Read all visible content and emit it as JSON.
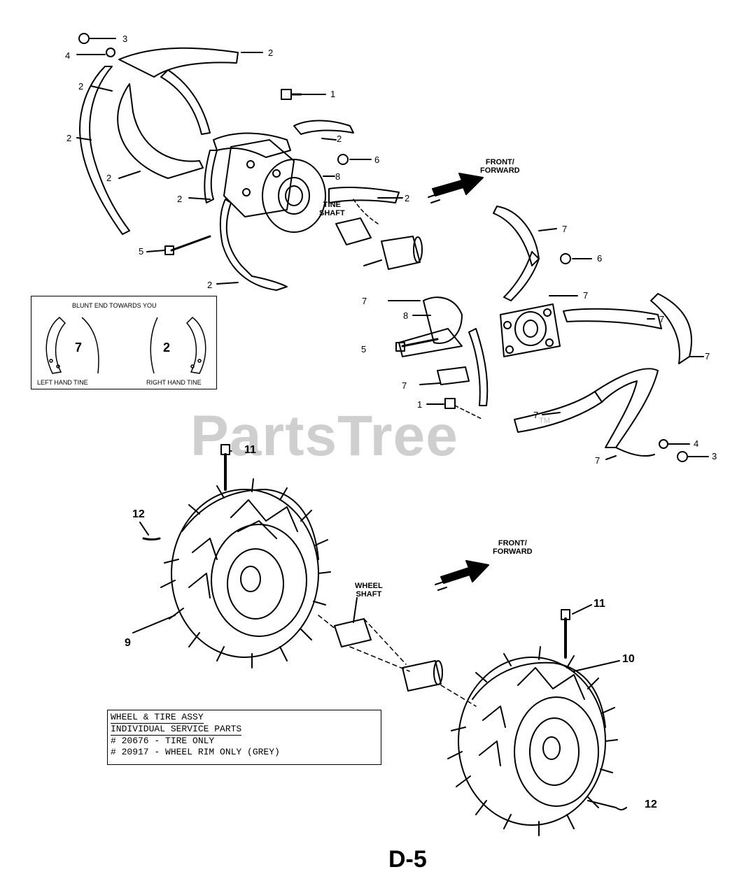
{
  "watermark": {
    "text": "PartsTree",
    "tm": "TM"
  },
  "page_code": "D-5",
  "direction": {
    "top": "FRONT/\nFORWARD",
    "bottom": "FRONT/\nFORWARD"
  },
  "shafts": {
    "tine": "TINE\nSHAFT",
    "wheel": "WHEEL\nSHAFT"
  },
  "callouts": {
    "c1a": "1",
    "c1b": "1",
    "c2a": "2",
    "c2b": "2",
    "c2c": "2",
    "c2d": "2",
    "c2e": "2",
    "c2f": "2",
    "c2g": "2",
    "c2h": "2",
    "c2i": "2",
    "c3a": "3",
    "c3b": "3",
    "c4a": "4",
    "c4b": "4",
    "c5a": "5",
    "c5b": "5",
    "c6a": "6",
    "c6b": "6",
    "c7a": "7",
    "c7b": "7",
    "c7c": "7",
    "c7d": "7",
    "c7e": "7",
    "c7f": "7",
    "c7g": "7",
    "c7h": "7",
    "c7i": "7",
    "c8a": "8",
    "c8b": "8",
    "c9": "9",
    "c10": "10",
    "c11a": "11",
    "c11b": "11",
    "c12a": "12",
    "c12b": "12"
  },
  "tine_legend": {
    "heading": "BLUNT END TOWARDS YOU",
    "left_num": "7",
    "right_num": "2",
    "left_caption": "LEFT HAND TINE",
    "right_caption": "RIGHT HAND TINE"
  },
  "service_box": {
    "line1": "WHEEL & TIRE ASSY",
    "line2": "INDIVIDUAL SERVICE PARTS",
    "line3": "# 20676 - TIRE ONLY",
    "line4": "# 20917 - WHEEL RIM ONLY (GREY)"
  }
}
